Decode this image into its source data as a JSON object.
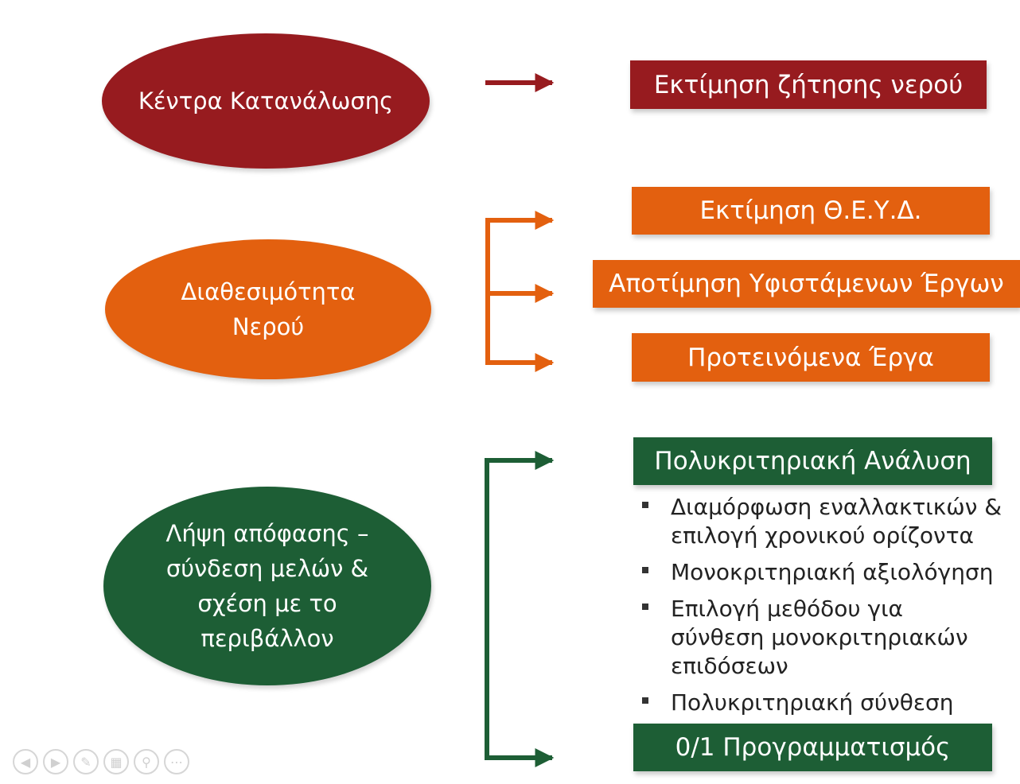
{
  "diagram": {
    "ellipses": {
      "kentra": "Κέντρα Κατανάλωσης",
      "diathesimotita": [
        "Διαθεσιμότητα",
        "Νερού"
      ],
      "lipsi": [
        "Λήψη απόφασης –",
        "σύνδεση μελών &",
        "σχέση με το",
        "περιβάλλον"
      ]
    },
    "boxes": {
      "zitisi": "Εκτίμηση ζήτησης νερού",
      "theyd": "Εκτίμηση Θ.Ε.Υ.Δ.",
      "apotimisi": "Αποτίμηση Υφιστάμενων Έργων",
      "proteinomena": "Προτεινόμενα Έργα",
      "polykritiriaki": "Πολυκριτηριακή Ανάλυση",
      "programmatismos": "0/1 Προγραμματισμός"
    },
    "bullets": [
      [
        "Διαμόρφωση εναλλακτικών &",
        "επιλογή χρονικού ορίζοντα"
      ],
      [
        "Μονοκριτηριακή αξιολόγηση"
      ],
      [
        "Επιλογή μεθόδου για",
        "σύνθεση μονοκριτηριακών",
        "επιδόσεων"
      ],
      [
        "Πολυκριτηριακή σύνθεση"
      ]
    ],
    "colors": {
      "red": "#971b1f",
      "orange": "#e3600f",
      "green": "#1d5e35"
    }
  },
  "controls": [
    "prev-icon",
    "next-icon",
    "pen-icon",
    "slides-icon",
    "zoom-icon",
    "more-icon"
  ]
}
